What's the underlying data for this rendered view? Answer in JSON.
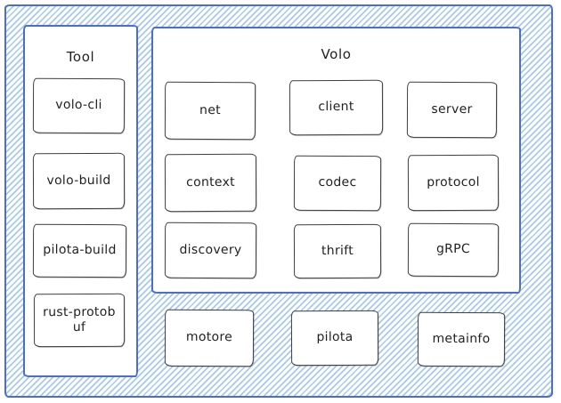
{
  "colors": {
    "frame_border": "#4a6dd2",
    "hatch_line": "#aac8eb",
    "hatch_bg": "#fdfeff",
    "panel_bg": "#ffffff",
    "node_border": "#3b3f44",
    "text": "#1f1f1f"
  },
  "diagram": {
    "tool_group": {
      "title": "Tool",
      "items": [
        {
          "label": "volo-cli"
        },
        {
          "label": "volo-build"
        },
        {
          "label": "pilota-build"
        },
        {
          "label": "rust-protobuf"
        }
      ]
    },
    "volo_group": {
      "title": "Volo",
      "items": [
        {
          "label": "net"
        },
        {
          "label": "client"
        },
        {
          "label": "server"
        },
        {
          "label": "context"
        },
        {
          "label": "codec"
        },
        {
          "label": "protocol"
        },
        {
          "label": "discovery"
        },
        {
          "label": "thrift"
        },
        {
          "label": "gRPC"
        }
      ]
    },
    "base_row": {
      "items": [
        {
          "label": "motore"
        },
        {
          "label": "pilota"
        },
        {
          "label": "metainfo"
        }
      ]
    }
  }
}
